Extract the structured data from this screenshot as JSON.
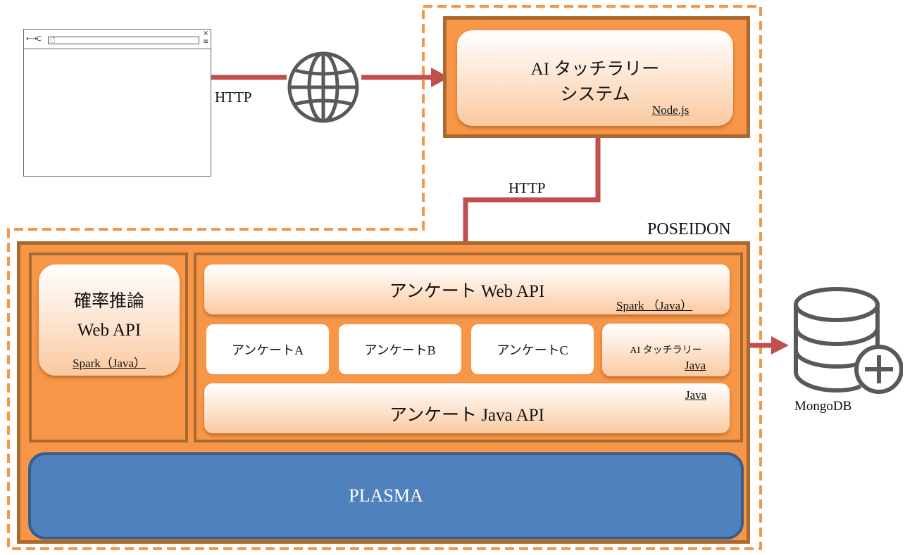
{
  "ai_system": {
    "title_line1": "AI タッチラリー",
    "title_line2": "システム",
    "tech": "Node.js"
  },
  "connections": {
    "http_client": "HTTP",
    "http_server": "HTTP"
  },
  "poseidon": {
    "label": "POSEIDON",
    "inference": {
      "line1": "確率推論",
      "line2": "Web API",
      "tech": "Spark（Java）"
    },
    "survey_web_api": {
      "label": "アンケート Web API",
      "tech": "Spark （Java）"
    },
    "surveys": [
      {
        "label": "アンケートA"
      },
      {
        "label": "アンケートB"
      },
      {
        "label": "アンケートC"
      }
    ],
    "ai_touch": {
      "label": "AI タッチラリー",
      "tech": "Java"
    },
    "survey_java_api": {
      "label": "アンケート Java API",
      "tech": "Java"
    },
    "plasma": "PLASMA"
  },
  "database": {
    "label": "MongoDB"
  },
  "colors": {
    "orange_fill": "#f79646",
    "orange_border": "#a9692f",
    "dashed_border": "#f79646",
    "arrow": "#c0504d",
    "plasma_fill": "#4f81bd",
    "plasma_border": "#385d8a",
    "icon_gray": "#595959"
  }
}
